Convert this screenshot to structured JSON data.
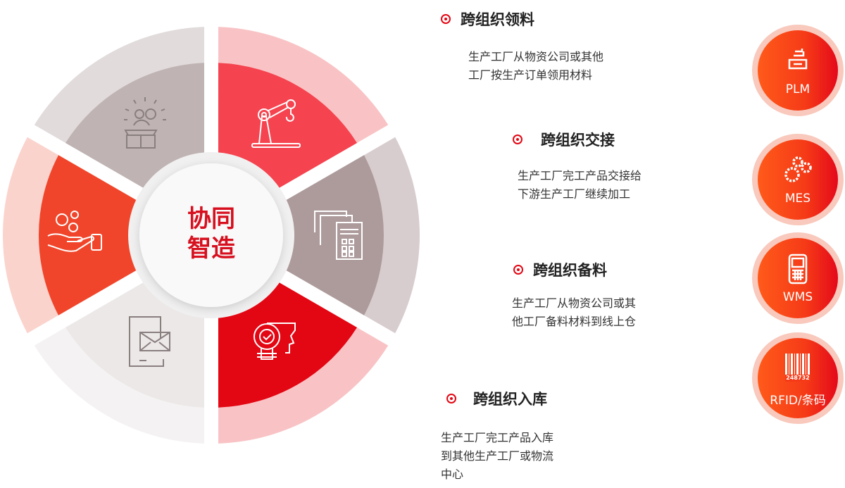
{
  "center": {
    "line1": "协同",
    "line2": "智造"
  },
  "segments": [
    {
      "name": "robot-arm",
      "dark": "#f5434f",
      "light": "#f9c3c5"
    },
    {
      "name": "calculator-documents",
      "dark": "#ad9b9c",
      "light": "#d8cdce"
    },
    {
      "name": "lightbulb-head",
      "dark": "#e30613",
      "light": "#f9c3c5"
    },
    {
      "name": "tablet-mail",
      "dark": "#ece8e8",
      "light": "#f4f2f2"
    },
    {
      "name": "hand-gears",
      "dark": "#f0452a",
      "light": "#fbd3cd"
    },
    {
      "name": "box-gears",
      "dark": "#bfb3b3",
      "light": "#e1dbdb"
    }
  ],
  "items": [
    {
      "title": "跨组织领料",
      "desc": [
        "生产工厂从物资公司或其他",
        "工厂按生产订单领用材料"
      ]
    },
    {
      "title": "跨组织交接",
      "desc": [
        "生产工厂完工产品交接给",
        "下游生产工厂继续加工"
      ]
    },
    {
      "title": "跨组织备料",
      "desc": [
        "生产工厂从物资公司或其",
        "他工厂备料材料到线上仓"
      ]
    },
    {
      "title": "跨组织入库",
      "desc": [
        "生产工厂完工产品入库",
        "到其他生产工厂或物流",
        "中心"
      ]
    }
  ],
  "systems": [
    {
      "label": "PLM"
    },
    {
      "label": "MES"
    },
    {
      "label": "WMS"
    },
    {
      "label": "RFID/条码",
      "barcode": "248732"
    }
  ]
}
